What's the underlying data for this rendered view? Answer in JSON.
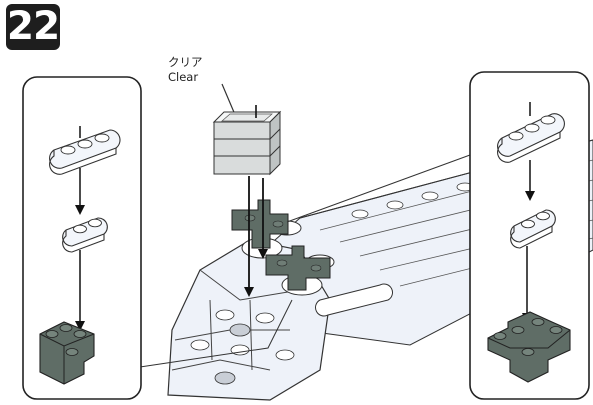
{
  "step": {
    "number": "22"
  },
  "callout": {
    "label_jp": "クリア",
    "label_en": "Clear"
  },
  "colors": {
    "brick_gray_green": "#5f6d66",
    "brick_white": "#f3f6fb",
    "brick_clear": "#d9dcdc",
    "outline": "#333333",
    "panel_border": "#222222"
  },
  "icons": {
    "left_panel": [
      "white-1x3-plate-icon",
      "white-1x2-plate-icon",
      "gray-green-corner-plate-icon"
    ],
    "right_panel": [
      "white-1x3-plate-icon",
      "white-1x2-plate-icon",
      "gray-green-t-plate-icon"
    ],
    "main": [
      "clear-brick-stack-icon",
      "helicopter-tail-boom-icon"
    ]
  }
}
